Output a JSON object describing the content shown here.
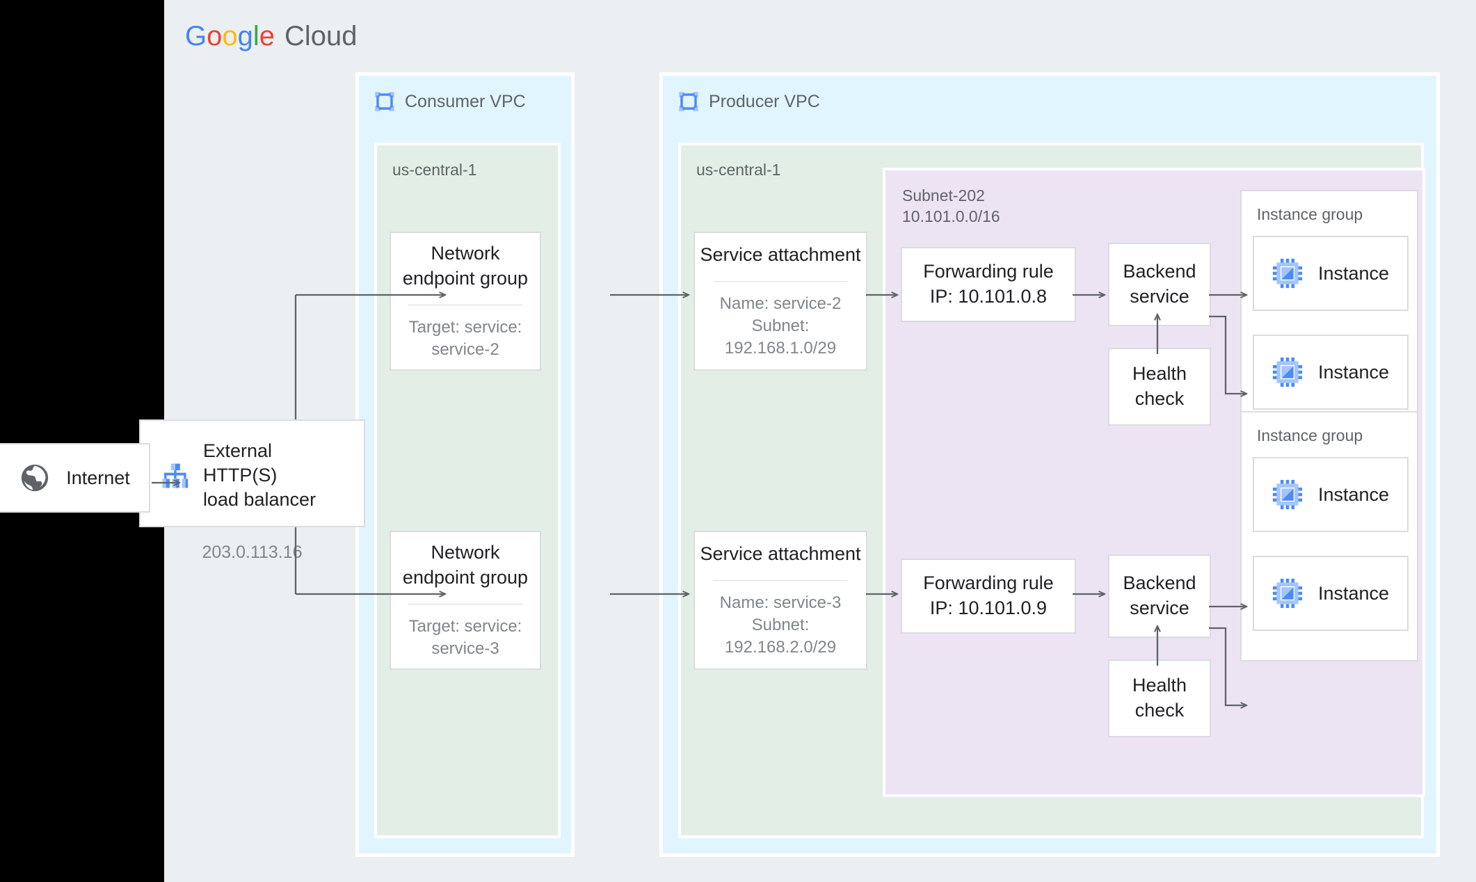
{
  "brand": {
    "name_parts": [
      {
        "t": "G",
        "c": "#4285f4"
      },
      {
        "t": "o",
        "c": "#ea4335"
      },
      {
        "t": "o",
        "c": "#fbbc05"
      },
      {
        "t": "g",
        "c": "#4285f4"
      },
      {
        "t": "l",
        "c": "#34a853"
      },
      {
        "t": "e",
        "c": "#ea4335"
      }
    ],
    "suffix": "Cloud",
    "accent": "#4285f4",
    "icon_blue_light": "#a5c5fa",
    "icon_blue_dark": "#4c8bf5"
  },
  "internet": {
    "label": "Internet",
    "icon": "globe-icon"
  },
  "load_balancer": {
    "title": "External HTTP(S)\nload balancer",
    "ip": "203.0.113.16",
    "icon": "load-balancer-icon"
  },
  "consumer_vpc": {
    "label": "Consumer VPC",
    "icon": "vpc-icon",
    "region": "us-central-1",
    "negs": [
      {
        "title": "Network\nendpoint group",
        "sub": "Target: service:\nservice-2"
      },
      {
        "title": "Network\nendpoint group",
        "sub": "Target: service:\nservice-3"
      }
    ]
  },
  "producer_vpc": {
    "label": "Producer VPC",
    "icon": "vpc-icon",
    "region": "us-central-1",
    "service_attachments": [
      {
        "title": "Service attachment",
        "sub": "Name: service-2\nSubnet:\n192.168.1.0/29"
      },
      {
        "title": "Service attachment",
        "sub": "Name: service-3\nSubnet:\n192.168.2.0/29"
      }
    ],
    "subnet": {
      "name": "Subnet-202",
      "cidr": "10.101.0.0/16",
      "label": "Subnet-202\n10.101.0.0/16"
    },
    "paths": [
      {
        "forwarding_rule": "Forwarding rule\nIP: 10.101.0.8",
        "backend_service": "Backend\nservice",
        "health_check": "Health\ncheck",
        "instance_group": {
          "label": "Instance group",
          "instances": [
            {
              "label": "Instance",
              "icon": "chip-icon"
            },
            {
              "label": "Instance",
              "icon": "chip-icon"
            }
          ]
        }
      },
      {
        "forwarding_rule": "Forwarding rule\nIP: 10.101.0.9",
        "backend_service": "Backend\nservice",
        "health_check": "Health\ncheck",
        "instance_group": {
          "label": "Instance group",
          "instances": [
            {
              "label": "Instance",
              "icon": "chip-icon"
            },
            {
              "label": "Instance",
              "icon": "chip-icon"
            }
          ]
        }
      }
    ]
  },
  "colors": {
    "canvas": "#eceff1",
    "vpc_fill": "#e1f5fe",
    "region_fill": "#e3efe6",
    "subnet_fill": "#ece4f3",
    "node_border": "#dadce0",
    "text_primary": "#202124",
    "text_secondary": "#5f6368",
    "text_muted": "#80868b",
    "wire": "#5f6368",
    "outside": "#000000"
  }
}
